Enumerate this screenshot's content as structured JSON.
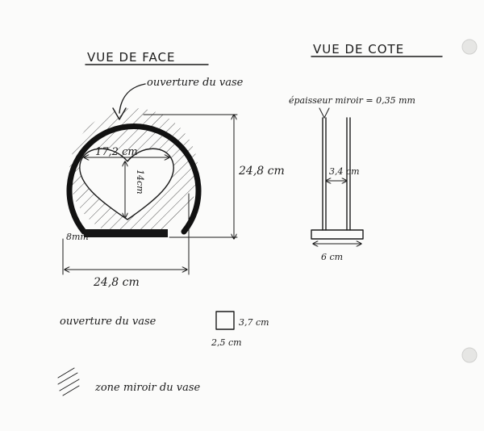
{
  "titles": {
    "front_view": "VUE DE FACE",
    "side_view": "VUE DE COTE"
  },
  "front": {
    "opening_label": "ouverture du vase",
    "heart_width": "17,2 cm",
    "heart_height": "14cm",
    "height_dim": "24,8 cm",
    "base_thickness": "8mm",
    "width_dim": "24,8 cm"
  },
  "side": {
    "mirror_thickness": "épaisseur miroir = 0,35 mm",
    "inner_width": "3,4 cm",
    "base_width": "6 cm"
  },
  "legend": {
    "opening_label": "ouverture du vase",
    "opening_height": "3,7 cm",
    "opening_width": "2,5 cm",
    "mirror_zone": "zone miroir du vase"
  }
}
